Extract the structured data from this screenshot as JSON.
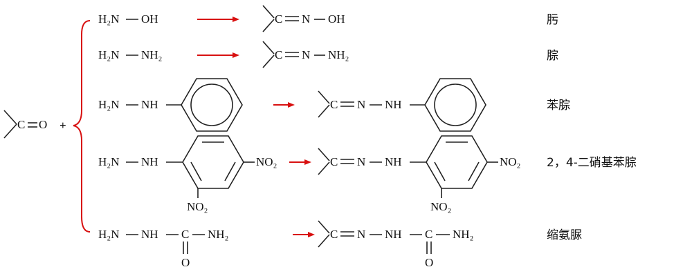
{
  "carbonyl": {
    "c": "C",
    "o": "O",
    "plus": "+"
  },
  "rows": [
    {
      "reagent_a": "H₂N",
      "reagent_b": "OH",
      "prod_a": "C",
      "prod_b": "N",
      "prod_c": "OH",
      "name": "肟"
    },
    {
      "reagent_a": "H₂N",
      "reagent_b": "NH₂",
      "prod_a": "C",
      "prod_b": "N",
      "prod_c": "NH₂",
      "name": "腙"
    },
    {
      "reagent_a": "H₂N",
      "reagent_b": "NH",
      "prod_a": "C",
      "prod_b": "N",
      "prod_c": "NH",
      "name": "苯腙"
    },
    {
      "reagent_a": "H₂N",
      "reagent_b": "NH",
      "nitro_para": "NO₂",
      "nitro_ortho": "NO₂",
      "prod_a": "C",
      "prod_b": "N",
      "prod_c": "NH",
      "prod_nitro_para": "NO₂",
      "prod_nitro_ortho": "NO₂",
      "name": "2，4-二硝基苯腙"
    },
    {
      "reagent_a": "H₂N",
      "reagent_b": "NH",
      "reagent_c": "C",
      "reagent_d": "NH₂",
      "reagent_o": "O",
      "prod_a": "C",
      "prod_b": "N",
      "prod_c": "NH",
      "prod_d": "C",
      "prod_e": "NH₂",
      "prod_o": "O",
      "name": "缩氨脲"
    }
  ],
  "colors": {
    "arrow": "#d81010",
    "brace": "#d81010",
    "text": "#111111"
  }
}
